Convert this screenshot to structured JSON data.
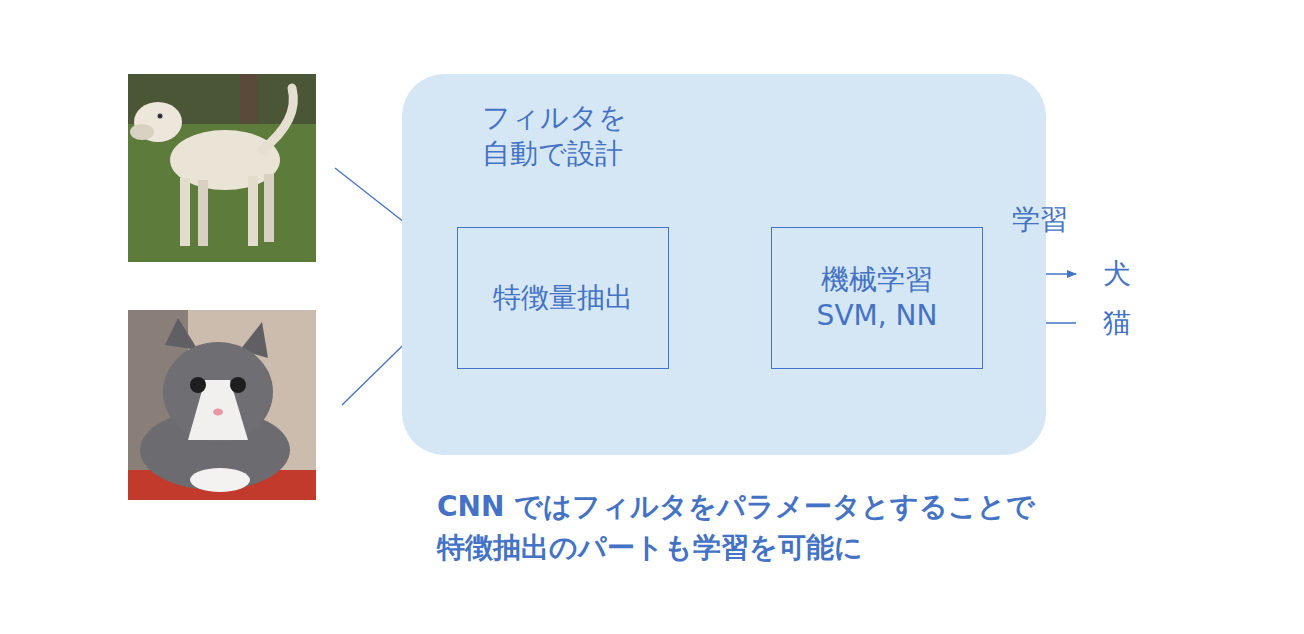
{
  "diagram": {
    "caption": "CNN ではフィルタをパラメータとすることで 特徴抽出のパートも学習を可能に",
    "nodes": [
      {
        "text": [
          "フィルタを 自動で設計"
        ]
      },
      {
        "text": [
          "特徴量抽出"
        ],
        "in": 0
      },
      {
        "text": [
          "機械学習 SVM, NN"
        ],
        "in": 0
      }
    ],
    "edges": [
      {
        "from": 1,
        "to": 2,
        "arrow": "to"
      }
    ],
    "labels": [
      "学習",
      "犬",
      "猫"
    ]
  }
}
